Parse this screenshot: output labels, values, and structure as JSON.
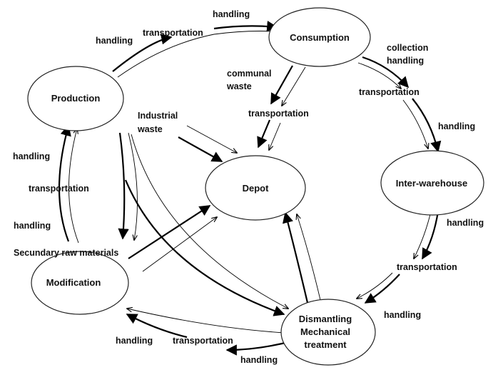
{
  "nodes": {
    "consumption": "Consumption",
    "production": "Production",
    "depot": "Depot",
    "inter_warehouse": "Inter-warehouse",
    "modification": "Modification",
    "dismantling_1": "Dismantling",
    "dismantling_2": "Mechanical",
    "dismantling_3": "treatment"
  },
  "labels": {
    "handling_top": "handling",
    "transportation_top": "transportation",
    "handling_top_left": "handling",
    "collection": "collection",
    "collection_handling": "handling",
    "communal_1": "communal",
    "communal_2": "waste",
    "transportation_communal": "transportation",
    "transportation_right": "transportation",
    "handling_right_1": "handling",
    "industrial_1": "Industrial",
    "industrial_2": "waste",
    "handling_left_1": "handling",
    "transportation_left": "transportation",
    "handling_left_2": "handling",
    "secondary_raw": "Secundary raw materials",
    "handling_right_2": "handling",
    "transportation_right_2": "transportation",
    "handling_right_3": "handling",
    "handling_bottom_left": "handling",
    "transportation_bottom": "transportation",
    "handling_bottom": "handling"
  }
}
